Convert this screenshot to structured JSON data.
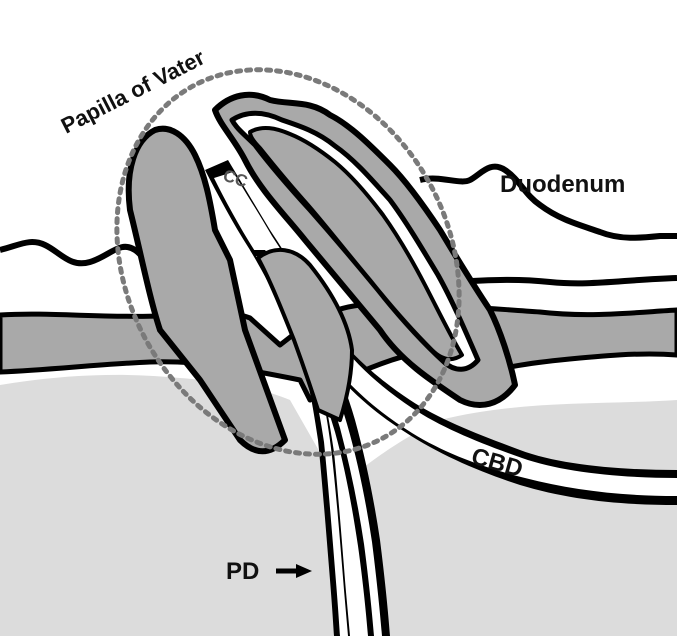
{
  "labels": {
    "papilla": "Papilla of Vater",
    "cc": "CC",
    "duodenum": "Duodenum",
    "cbd": "CBD",
    "pd": "PD"
  },
  "colors": {
    "tissue_fill": "#a9a9a9",
    "pancreas_fill": "#dcdcdc",
    "outline": "#000000",
    "lumen": "#ffffff",
    "dotted_circle": "#7a7a7a"
  }
}
